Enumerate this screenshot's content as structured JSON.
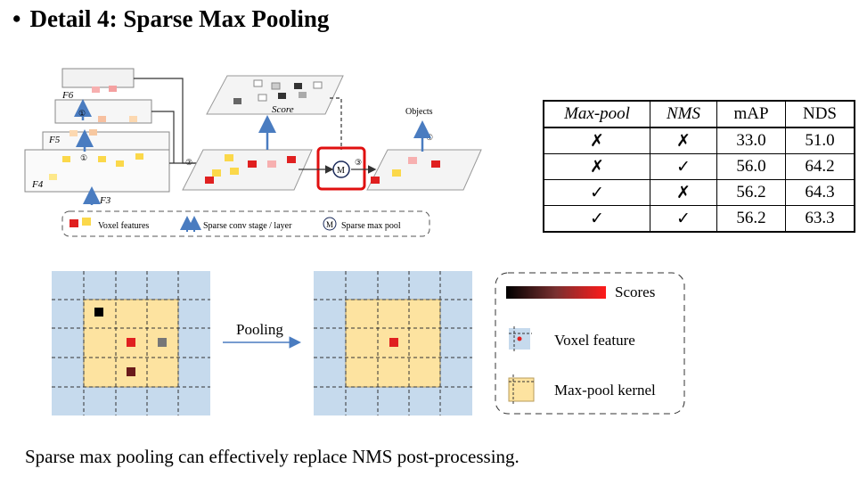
{
  "title": {
    "bullet": "•",
    "text": "Detail 4: Sparse Max Pooling"
  },
  "diagram": {
    "layers": [
      "F6",
      "F5",
      "F4",
      "F3"
    ],
    "stage_markers": [
      "①",
      "①",
      "②",
      "③",
      "④"
    ],
    "score_label": "Score",
    "objects_label": "Objects",
    "m_label": "M",
    "legend": {
      "voxel": "Voxel features",
      "sparse_conv": "Sparse conv stage / layer",
      "max_pool": "Sparse max pool"
    }
  },
  "table": {
    "headers": [
      "Max-pool",
      "NMS",
      "mAP",
      "NDS"
    ],
    "rows": [
      [
        "✗",
        "✗",
        "33.0",
        "51.0"
      ],
      [
        "✗",
        "✓",
        "56.0",
        "64.2"
      ],
      [
        "✓",
        "✗",
        "56.2",
        "64.3"
      ],
      [
        "✓",
        "✓",
        "56.2",
        "63.3"
      ]
    ]
  },
  "pooling": {
    "arrow_label": "Pooling",
    "legend": {
      "scores": "Scores",
      "voxel": "Voxel feature",
      "kernel": "Max-pool kernel"
    }
  },
  "caption": "Sparse max pooling can effectively replace NMS post-processing.",
  "colors": {
    "blue_cell": "#c6daed",
    "kernel": "#fde3a0",
    "red": "#e02020",
    "frame_red": "#e01010",
    "arrow_blue": "#4a7cc0"
  }
}
